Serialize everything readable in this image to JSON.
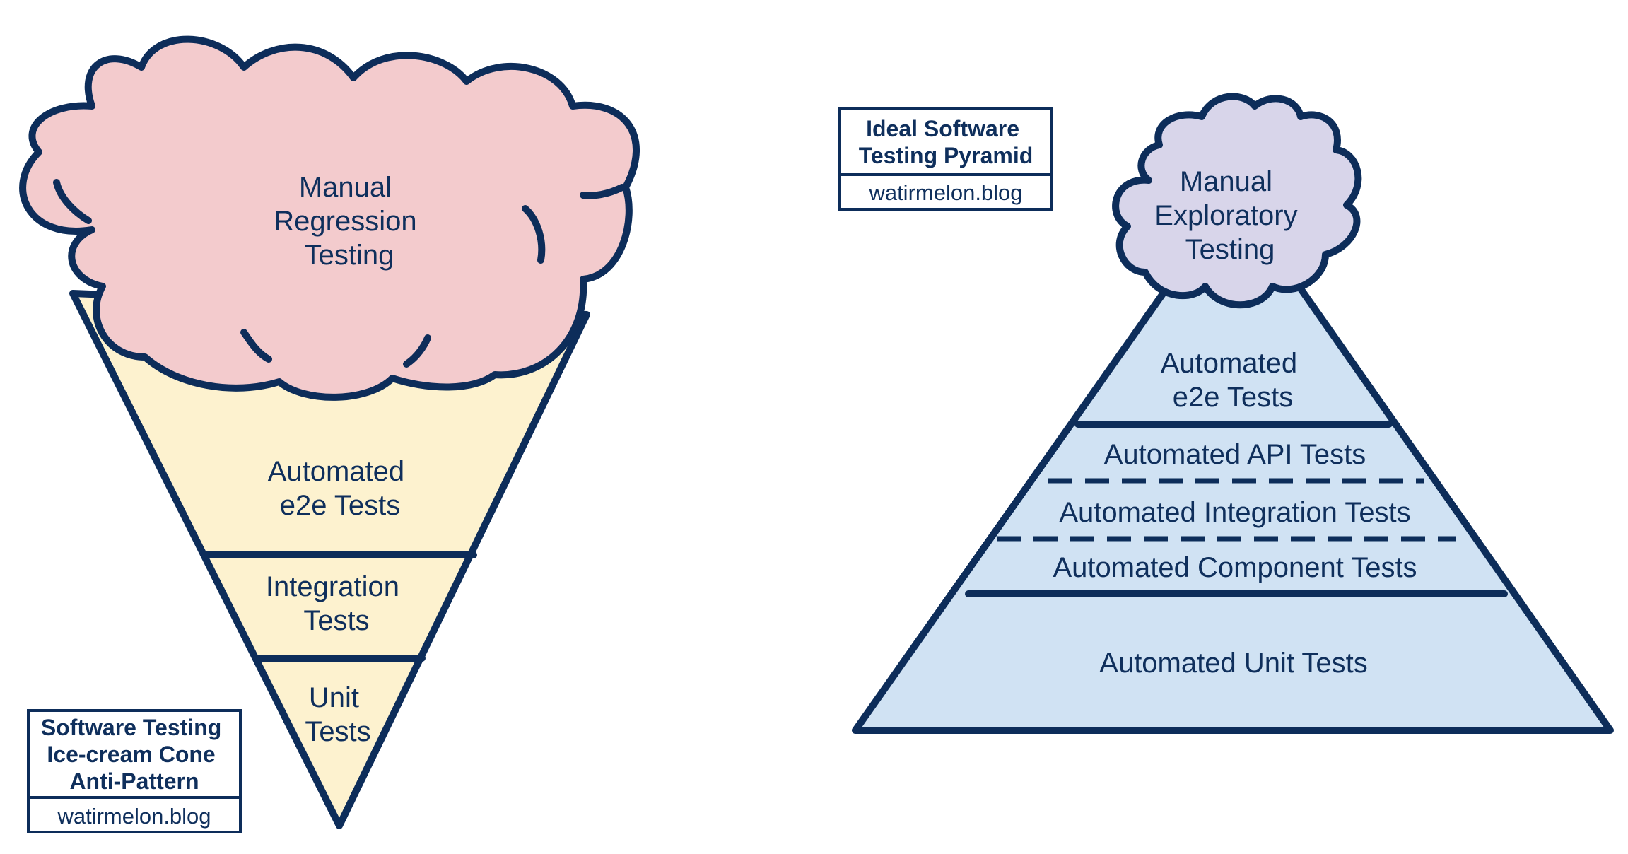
{
  "colors": {
    "outline": "#0d2d5a",
    "text": "#0f2f5c",
    "cone_fill": "#fdf2cf",
    "cloud_pink": "#f3cbcd",
    "cloud_purple": "#d8d5ea",
    "pyramid_fill": "#d0e2f3",
    "background": "#ffffff"
  },
  "cone": {
    "cloud_lines": [
      "Manual",
      "Regression",
      "Testing"
    ],
    "e2e_lines": [
      "Automated",
      "e2e Tests"
    ],
    "integration_lines": [
      "Integration",
      "Tests"
    ],
    "unit_lines": [
      "Unit",
      "Tests"
    ],
    "title_lines": [
      "Software Testing",
      "Ice-cream Cone",
      "Anti-Pattern"
    ],
    "credit": "watirmelon.blog"
  },
  "pyramid": {
    "cloud_lines": [
      "Manual",
      "Exploratory",
      "Testing"
    ],
    "e2e_lines": [
      "Automated",
      "e2e Tests"
    ],
    "api": "Automated API Tests",
    "integration": "Automated Integration Tests",
    "component": "Automated Component Tests",
    "unit": "Automated Unit Tests",
    "title_lines": [
      "Ideal Software",
      "Testing Pyramid"
    ],
    "credit": "watirmelon.blog"
  }
}
